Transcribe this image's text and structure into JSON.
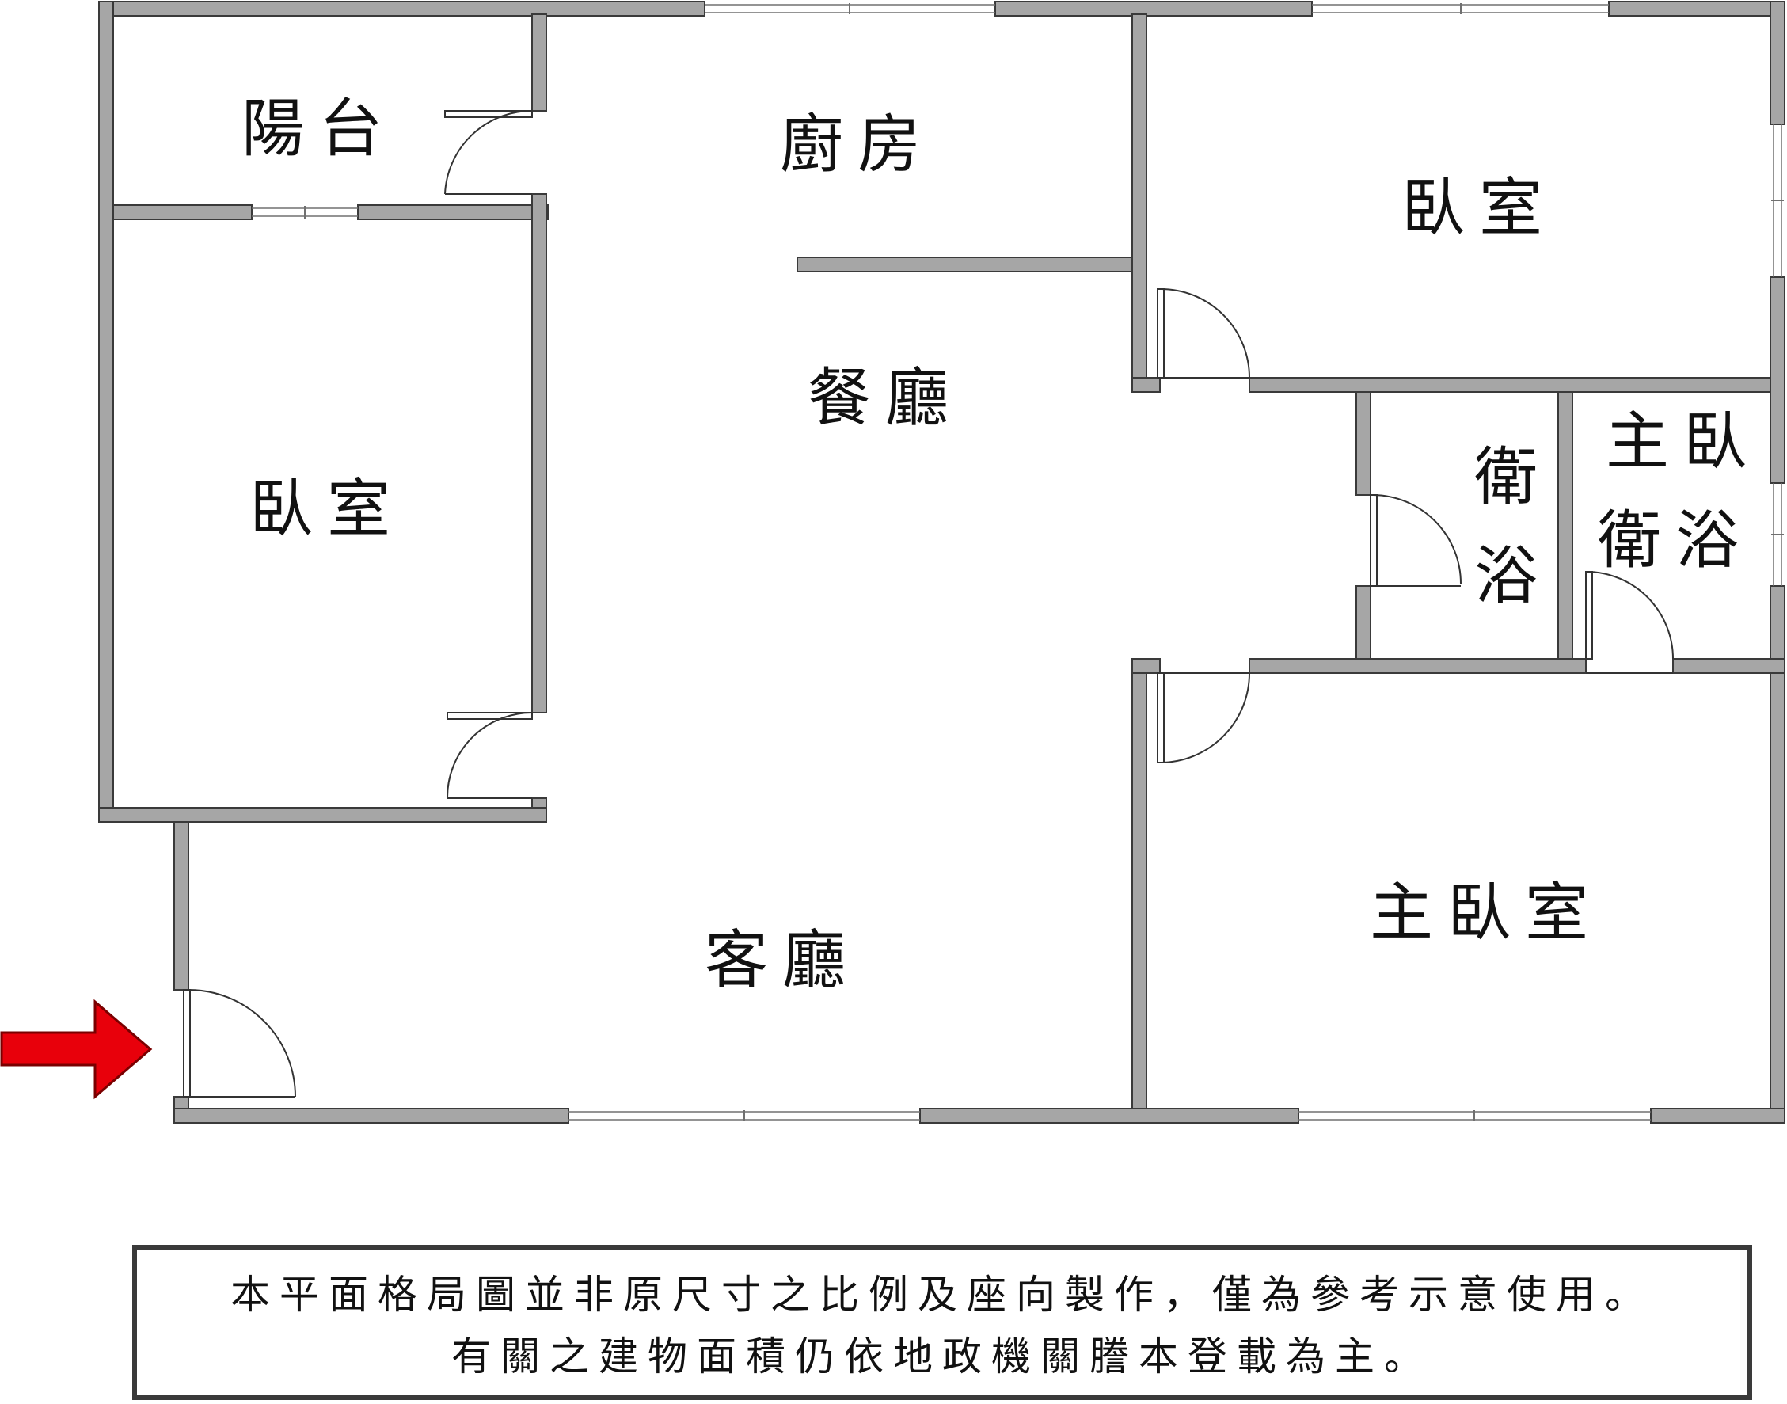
{
  "rooms": {
    "balcony": "陽台",
    "kitchen": "廚房",
    "bedroom_ne": "臥室",
    "bedroom_w": "臥室",
    "dining": "餐廳",
    "bath": [
      "衛",
      "浴"
    ],
    "master_bath_line1": "主臥",
    "master_bath_line2": "衛浴",
    "living": "客廳",
    "master_bedroom": "主臥室"
  },
  "disclaimer": {
    "line1": "本平面格局圖並非原尺寸之比例及座向製作，僅為參考示意使用。",
    "line2": "有關之建物面積仍依地政機關謄本登載為主。"
  },
  "colors": {
    "wall": "#a6a6a6",
    "arrow": "#e8000b"
  },
  "icons": {
    "entrance": "right-arrow-icon"
  }
}
